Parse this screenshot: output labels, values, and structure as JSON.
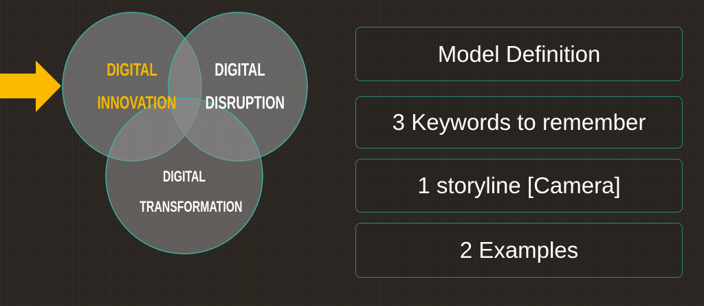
{
  "arrow": {
    "icon": "right-arrow-icon",
    "color": "#fbb900"
  },
  "venn": {
    "circle_fill": "#8a8a8a",
    "circle_stroke": "#3fb0a6",
    "circles": [
      {
        "line1": "DIGITAL",
        "line2": "INNOVATION",
        "highlighted": true,
        "color": "#f5b800"
      },
      {
        "line1": "DIGITAL",
        "line2": "DISRUPTION",
        "highlighted": false,
        "color": "#ffffff"
      },
      {
        "line1": "DIGITAL",
        "line2": "TRANSFORMATION",
        "highlighted": false,
        "color": "#ffffff"
      }
    ]
  },
  "boxes": {
    "border_color": "#2e8a7e",
    "items": [
      {
        "label": "Model Definition"
      },
      {
        "label": "3 Keywords to remember"
      },
      {
        "label": "1 storyline [Camera]"
      },
      {
        "label": "2 Examples"
      }
    ]
  }
}
